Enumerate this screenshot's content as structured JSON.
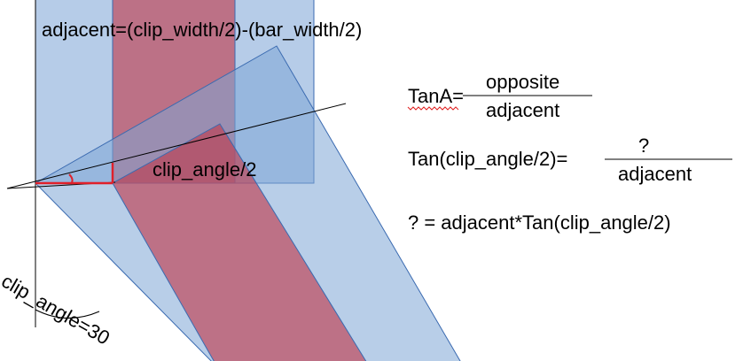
{
  "labels": {
    "adjacent_formula": "adjacent=(clip_width/2)-(bar_width/2)",
    "clip_angle_half": "clip_angle/2",
    "clip_angle_value": "clip_angle=30"
  },
  "formulas": {
    "tan_lhs": "TanA=",
    "tan_num": "opposite",
    "tan_den": "adjacent",
    "clip_lhs": "Tan(clip_angle/2)=",
    "clip_num": "?",
    "clip_den": "adjacent",
    "result": "? = adjacent*Tan(clip_angle/2)"
  },
  "colors": {
    "blue_fill": "#9ab9df",
    "blue_stroke": "#3a6ab0",
    "red_fill": "#c0394a",
    "angle_mark": "#e0202a",
    "spellcheck": "#e02020"
  }
}
